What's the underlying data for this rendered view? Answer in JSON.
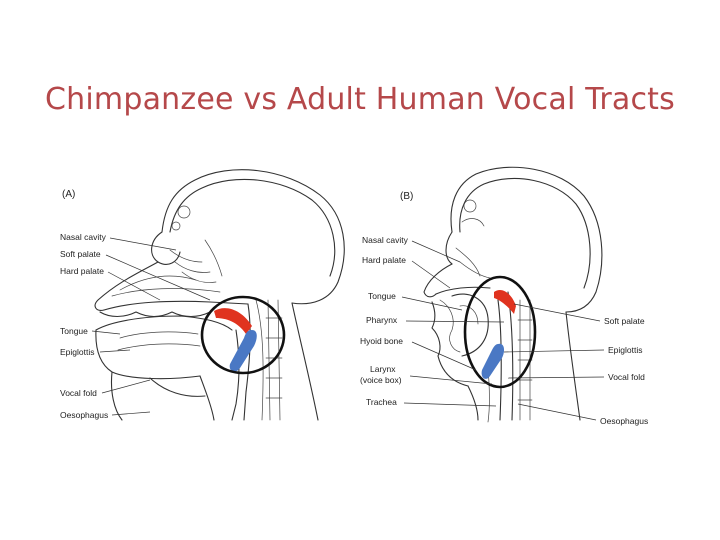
{
  "title": "Chimpanzee vs Adult Human Vocal Tracts",
  "panel_a": {
    "tag": "(A)",
    "labels": {
      "nasal_cavity": "Nasal cavity",
      "soft_palate": "Soft palate",
      "hard_palate": "Hard palate",
      "tongue": "Tongue",
      "epiglottis": "Epiglottis",
      "vocal_fold": "Vocal fold",
      "oesophagus": "Oesophagus"
    }
  },
  "panel_b": {
    "tag": "(B)",
    "labels": {
      "nasal_cavity": "Nasal cavity",
      "hard_palate": "Hard palate",
      "tongue": "Tongue",
      "pharynx": "Pharynx",
      "hyoid_bone": "Hyoid bone",
      "larynx": "Larynx",
      "voice_box": "(voice box)",
      "trachea": "Trachea",
      "soft_palate": "Soft palate",
      "epiglottis": "Epiglottis",
      "vocal_fold": "Vocal fold",
      "oesophagus": "Oesophagus"
    }
  },
  "colors": {
    "title": "#b5484a",
    "soft_palate_highlight": "#e0331f",
    "epiglottis_highlight": "#4a78c4",
    "circle": "#111111"
  }
}
